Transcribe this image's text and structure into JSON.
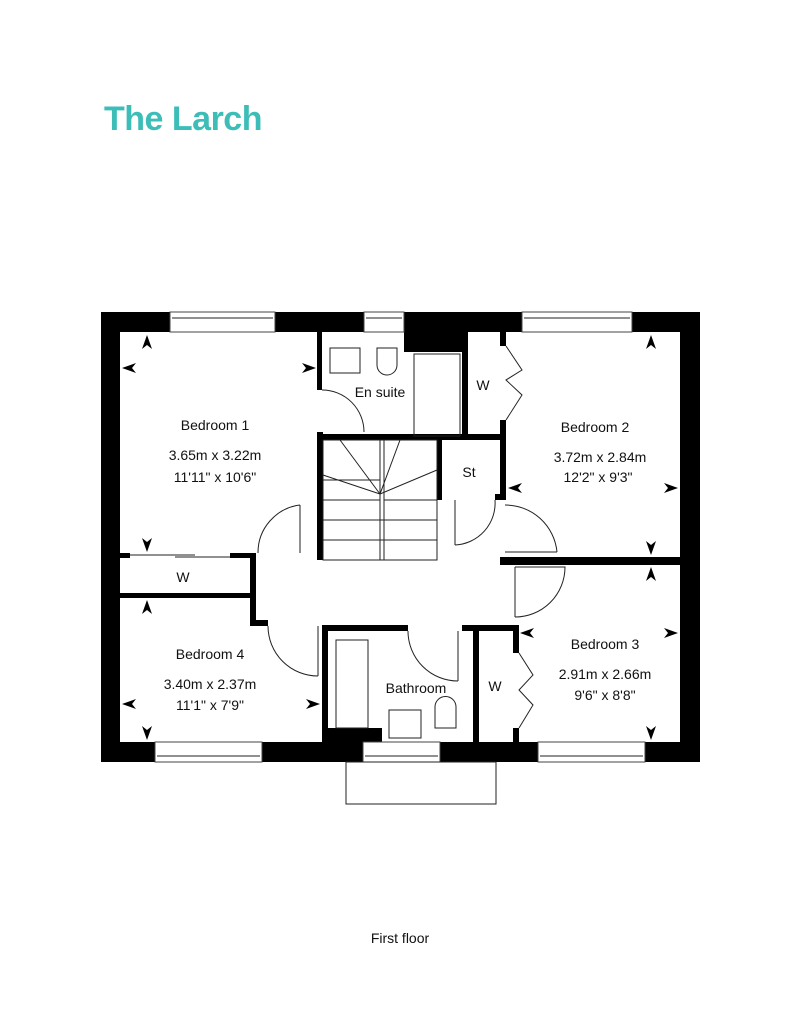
{
  "title": "The Larch",
  "title_color": "#3dbdb8",
  "caption": "First floor",
  "rooms": {
    "bedroom1": {
      "name": "Bedroom 1",
      "metric": "3.65m x 3.22m",
      "imperial": "11'11\" x 10'6\""
    },
    "bedroom2": {
      "name": "Bedroom 2",
      "metric": "3.72m x 2.84m",
      "imperial": "12'2\" x 9'3\""
    },
    "bedroom3": {
      "name": "Bedroom 3",
      "metric": "2.91m x 2.66m",
      "imperial": "9'6\" x 8'8\""
    },
    "bedroom4": {
      "name": "Bedroom 4",
      "metric": "3.40m x 2.37m",
      "imperial": "11'1\" x 7'9\""
    },
    "ensuite": {
      "name": "En suite"
    },
    "bathroom": {
      "name": "Bathroom"
    },
    "store": {
      "name": "St"
    },
    "wardrobe1": {
      "name": "W"
    },
    "wardrobe2": {
      "name": "W"
    },
    "wardrobe3": {
      "name": "W"
    }
  }
}
